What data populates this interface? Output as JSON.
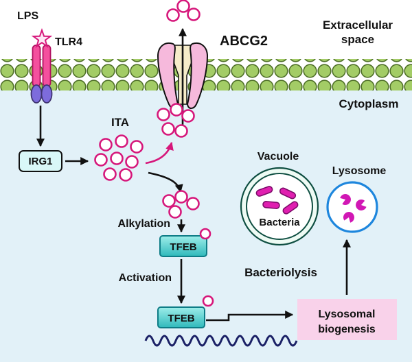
{
  "labels": {
    "lps": "LPS",
    "tlr4": "TLR4",
    "abcg2": "ABCG2",
    "extracellular_line1": "Extracellular",
    "extracellular_line2": "space",
    "cytoplasm": "Cytoplasm",
    "irg1": "IRG1",
    "ita": "ITA",
    "alkylation": "Alkylation",
    "activation": "Activation",
    "tfeb_alkylated": "TFEB",
    "tfeb_activated": "TFEB",
    "vacuole": "Vacuole",
    "bacteria": "Bacteria",
    "lysosome": "Lysosome",
    "bacteriolysis": "Bacteriolysis",
    "lysosomal_biogenesis_line1": "Lysosomal",
    "lysosomal_biogenesis_line2": "biogenesis"
  },
  "colors": {
    "itaconate_magenta": "#d6177b",
    "membrane_ball_green": "#a3cc66",
    "membrane_ball_outline": "#4f7028",
    "receptor_pink": "#f4509e",
    "receptor_purple": "#7d6cdc",
    "abcg2_wing_pink": "#f6b9dc",
    "abcg2_channel_cream": "#f6ecc9",
    "irg1_box_fill": "#d9f7f7",
    "tfeb_box_top": "#9feeea",
    "tfeb_box_bottom": "#2fb9bb",
    "biogenesis_box_pink": "#f9d2ea",
    "cytoplasm_background": "#e2f1f8",
    "extracellular_background": "#ffffff",
    "lysosome_membrane_blue": "#1d86dd",
    "lysosome_enzyme_magenta": "#d117b4",
    "vacuole_membrane_teal": "#0f4f42",
    "bacteria_magenta": "#e01fb0",
    "dna_wave_navy": "#1b2166",
    "arrow_black": "#111111"
  }
}
